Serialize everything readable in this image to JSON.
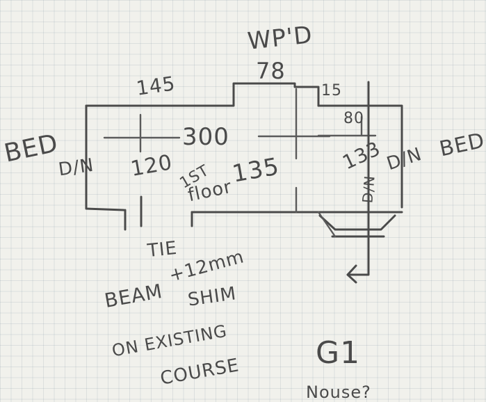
{
  "notes": {
    "window": "WP'D",
    "width_top": "145",
    "window_width": "78",
    "step": "15",
    "depth_right": "80",
    "width_main": "300",
    "door_left_height": "120",
    "first_floor": "1ST",
    "floor": "floor",
    "floor_height": "135",
    "dim_right": "133",
    "side_left": "BED",
    "side_left_dir": "D/N",
    "side_right_dir": "D/N",
    "side_right": "BED",
    "down": "D/N",
    "tie": "TIE",
    "tie_detail": "+12mm",
    "beam": "BEAM",
    "shim": "SHIM",
    "existing": "ON EXISTING",
    "course": "COURSE",
    "ref": "G1",
    "bottom_cut": "Nouse?"
  }
}
